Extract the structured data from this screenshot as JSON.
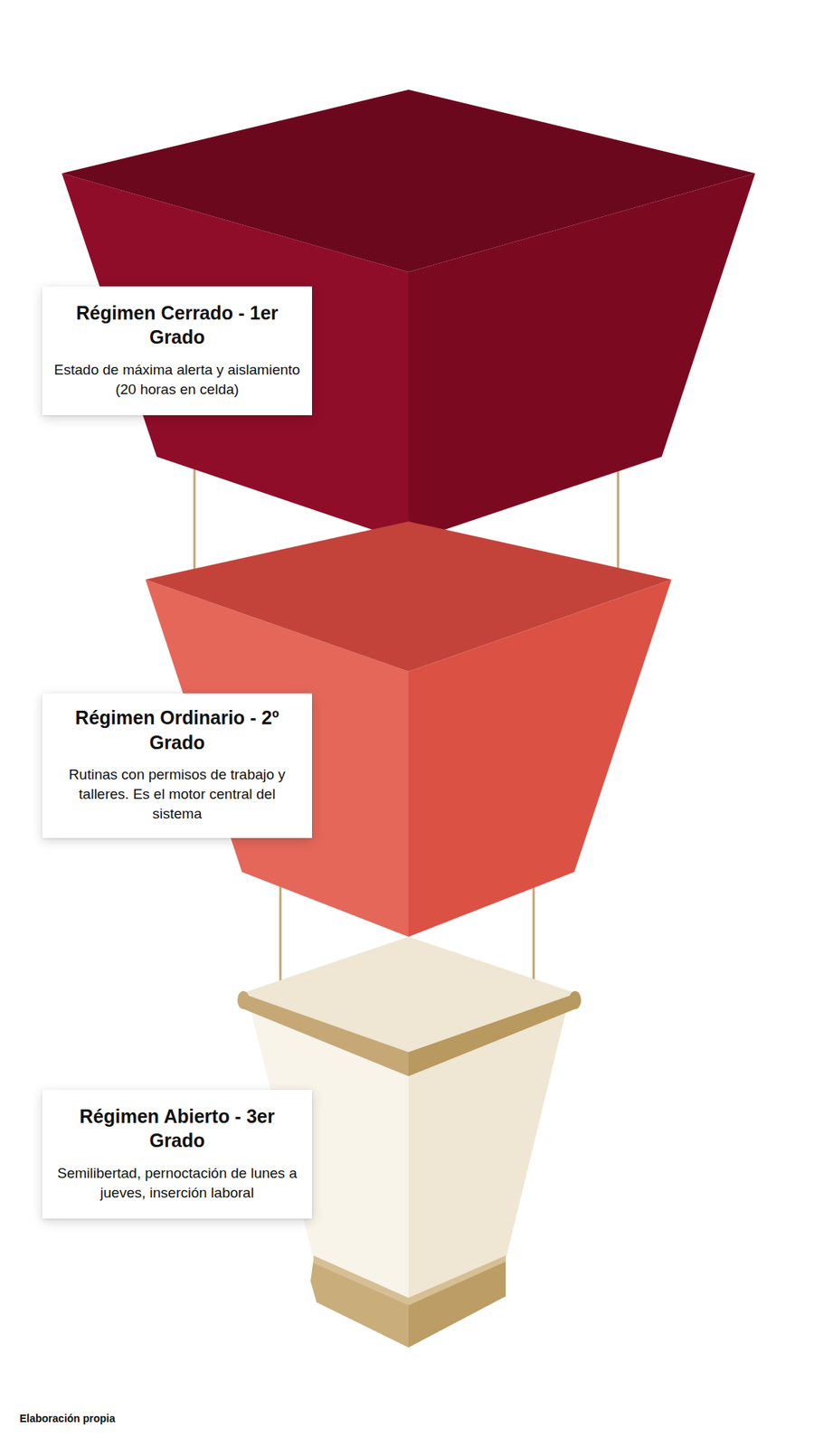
{
  "diagram": {
    "caption": "Elaboración propia",
    "nodes": [
      {
        "text": [
          "Régimen Cerrado - 1er Grado",
          "Estado de máxima alerta y aislamiento (20 horas en celda)"
        ]
      },
      {
        "text": [
          "Régimen Ordinario - 2º Grado",
          "Rutinas con permisos de trabajo y talleres. Es el motor central del sistema"
        ]
      },
      {
        "text": [
          "Régimen Abierto - 3er Grado",
          "Semilibertad, pernoctación de lunes a jueves, inserción laboral"
        ]
      }
    ]
  }
}
